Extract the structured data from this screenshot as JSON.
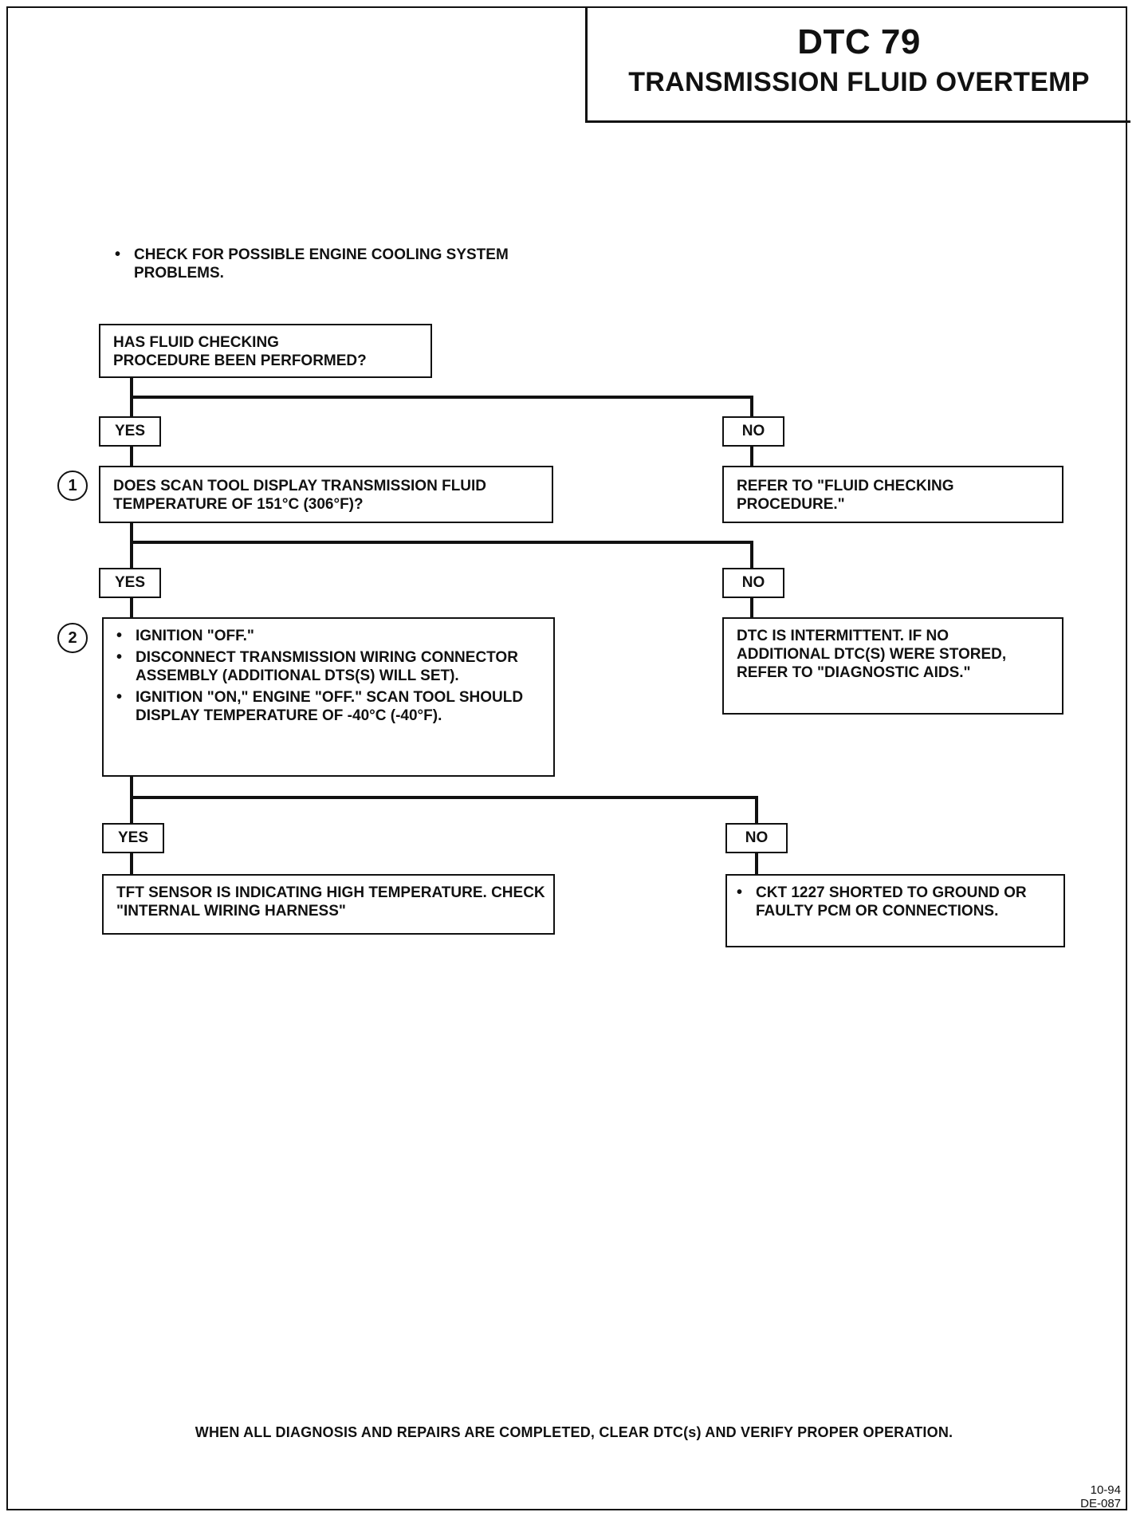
{
  "header": {
    "title": "DTC 79",
    "subtitle": "TRANSMISSION FLUID OVERTEMP"
  },
  "intro_note": "CHECK FOR POSSIBLE ENGINE COOLING SYSTEM PROBLEMS.",
  "steps": {
    "q0": "HAS FLUID CHECKING PROCEDURE BEEN PERFORMED?",
    "q0_no_result": "REFER TO \"FLUID CHECKING PROCEDURE.\"",
    "step1_number": "1",
    "step1": "DOES SCAN TOOL DISPLAY TRANSMISSION FLUID TEMPERATURE OF 151°C (306°F)?",
    "step1_no_result": "DTC IS INTERMITTENT. IF NO ADDITIONAL DTC(s) WERE STORED, REFER TO \"DIAGNOSTIC AIDS.\"",
    "step2_number": "2",
    "step2_items": [
      "IGNITION \"OFF.\"",
      "DISCONNECT TRANSMISSION WIRING CONNECTOR ASSEMBLY (ADDITIONAL DTS(s) WILL SET).",
      "IGNITION \"ON,\" ENGINE \"OFF.\" SCAN TOOL SHOULD DISPLAY TEMPERATURE OF -40°C (-40°F)."
    ],
    "step2_yes_result": "TFT SENSOR IS INDICATING HIGH TEMPERATURE. CHECK \"INTERNAL WIRING HARNESS\"",
    "step2_no_result": "CKT 1227 SHORTED TO GROUND OR FAULTY PCM OR CONNECTIONS."
  },
  "labels": {
    "yes": "YES",
    "no": "NO"
  },
  "footer": {
    "instruction": "WHEN ALL DIAGNOSIS AND REPAIRS ARE COMPLETED, CLEAR DTC(s) AND VERIFY PROPER OPERATION.",
    "date_code": "10-94",
    "doc_code": "DE-087"
  }
}
